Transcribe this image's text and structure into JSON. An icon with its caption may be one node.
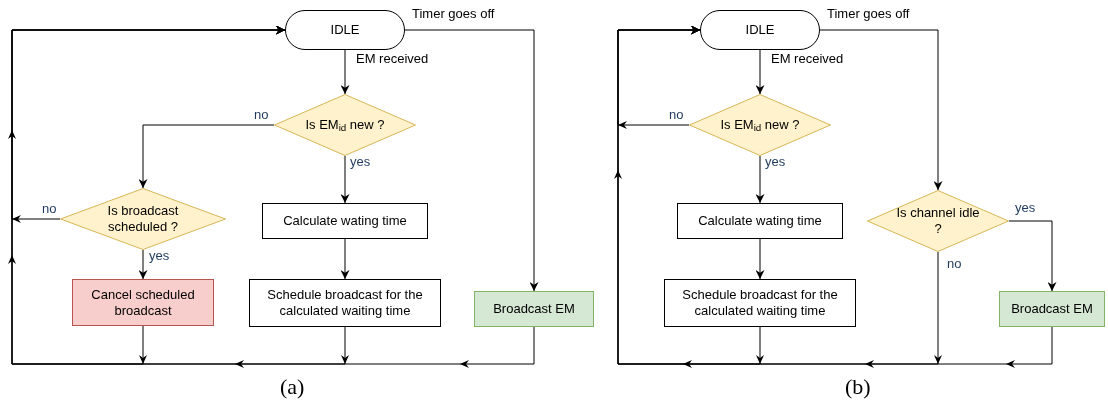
{
  "diagram": {
    "nodes": [
      {
        "text": [
          "IDLE"
        ]
      },
      {
        "text": [
          "Is EM$_{id}$ new ?"
        ]
      },
      {
        "text": [
          "Is broadcast scheduled ?"
        ]
      },
      {
        "text": [
          "Cancel scheduled broadcast"
        ]
      },
      {
        "text": [
          "Calculate wating time"
        ]
      },
      {
        "text": [
          "Schedule broadcast for the calculated waiting time"
        ]
      },
      {
        "text": [
          "Broadcast EM"
        ]
      },
      {
        "text": [
          "IDLE"
        ]
      },
      {
        "text": [
          "Is EM$_{id}$ new ?"
        ]
      },
      {
        "text": [
          "Calculate wating time"
        ]
      },
      {
        "text": [
          "Schedule broadcast for the calculated waiting time"
        ]
      },
      {
        "text": [
          "Is channel idle ?"
        ]
      },
      {
        "text": [
          "Broadcast EM"
        ]
      }
    ],
    "edges": [
      {
        "from": 0,
        "to": 1,
        "arrow": "to",
        "label": "EM received"
      },
      {
        "from": 0,
        "to": 6,
        "arrow": "to",
        "label": "Timer goes off"
      },
      {
        "from": 1,
        "to": 2,
        "arrow": "to",
        "label": "no"
      },
      {
        "from": 1,
        "to": 4,
        "arrow": "to",
        "label": "yes"
      },
      {
        "from": 2,
        "to": 0,
        "arrow": "to",
        "label": "no"
      },
      {
        "from": 2,
        "to": 3,
        "arrow": "to",
        "label": "yes"
      },
      {
        "from": 4,
        "to": 5,
        "arrow": "to"
      },
      {
        "from": 3,
        "to": 0,
        "arrow": "to"
      },
      {
        "from": 5,
        "to": 0,
        "arrow": "to"
      },
      {
        "from": 6,
        "to": 0,
        "arrow": "to"
      },
      {
        "from": 7,
        "to": 8,
        "arrow": "to",
        "label": "EM received"
      },
      {
        "from": 7,
        "to": 11,
        "arrow": "to",
        "label": "Timer goes off"
      },
      {
        "from": 8,
        "to": 7,
        "arrow": "to",
        "label": "no"
      },
      {
        "from": 8,
        "to": 9,
        "arrow": "to",
        "label": "yes"
      },
      {
        "from": 9,
        "to": 10,
        "arrow": "to"
      },
      {
        "from": 10,
        "to": 7,
        "arrow": "to"
      },
      {
        "from": 11,
        "to": 12,
        "arrow": "to",
        "label": "yes"
      },
      {
        "from": 11,
        "to": 7,
        "arrow": "to",
        "label": "no"
      },
      {
        "from": 12,
        "to": 7,
        "arrow": "to"
      }
    ],
    "labels": [
      "(a)",
      "(b)"
    ]
  }
}
